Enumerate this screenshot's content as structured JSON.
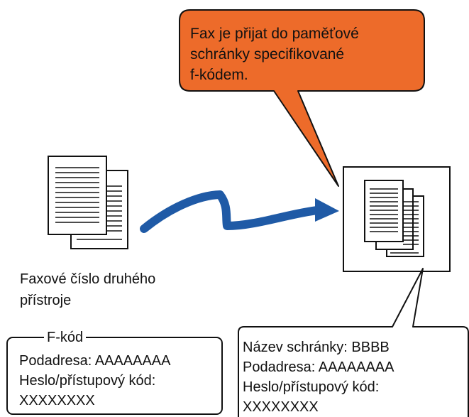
{
  "callout": {
    "lines": [
      "Fax je přijat do paměťové",
      "schránky specifikované",
      "f-kódem."
    ],
    "fill": "#ED6B2A"
  },
  "sender": {
    "label_lines": [
      "Faxové číslo druhého",
      "přístroje"
    ]
  },
  "sender_box": {
    "title": "F-kód",
    "lines": [
      "Podadresa: AAAAAAAA",
      "Heslo/přístupový kód:",
      "XXXXXXXX"
    ]
  },
  "receiver_box": {
    "lines": [
      "Název schránky: BBBB",
      "Podadresa: AAAAAAAA",
      "Heslo/přístupový kód:",
      "XXXXXXXX"
    ]
  },
  "arrow": {
    "color": "#1F5AA6"
  }
}
